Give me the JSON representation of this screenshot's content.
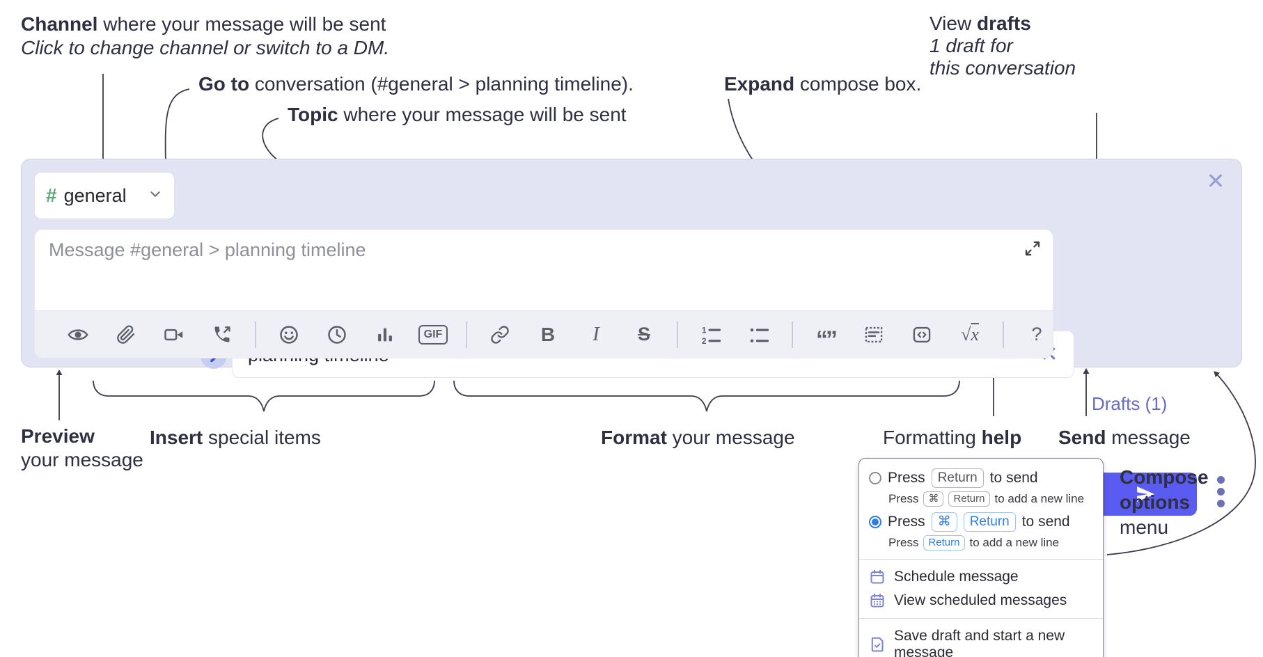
{
  "annotations": {
    "channel_bold": "Channel",
    "channel_rest": " where your message will be sent",
    "channel_line2": "Click to change channel or switch to a DM.",
    "goto_bold": "Go to",
    "goto_rest": " conversation (#general > planning timeline).",
    "topic_bold": "Topic",
    "topic_rest": " where your message will be sent",
    "expand_bold": "Expand",
    "expand_rest": " compose box.",
    "drafts_pre": "View ",
    "drafts_bold": "drafts",
    "drafts_line2": "1 draft for",
    "drafts_line3": "this conversation",
    "preview_bold": "Preview",
    "preview_line2": "your message",
    "insert_bold": "Insert",
    "insert_rest": " special items",
    "format_bold": "Format",
    "format_rest": " your message",
    "help_pre": "Formatting ",
    "help_bold": "help",
    "send_bold": "Send",
    "send_rest": " message",
    "compose_bold1": "Compose",
    "compose_bold2": "options",
    "compose_rest": "menu"
  },
  "compose": {
    "channel": {
      "hash": "#",
      "name": "general"
    },
    "topic_value": "planning timeline",
    "message_placeholder": "Message #general > planning timeline",
    "drafts_link": "Drafts (1)"
  },
  "icons": {
    "clear_topic": "✕",
    "close_compose": "✕"
  },
  "toolbar": {
    "gif": "GIF",
    "bold": "B",
    "italic": "I",
    "strike": "S",
    "quote": "“”",
    "sqrt_radical": "√",
    "sqrt_var": "x",
    "help": "?",
    "ol_digit1": "1",
    "ol_digit2": "2"
  },
  "send_options": {
    "option_return": {
      "press": "Press",
      "kbd": "Return",
      "after": "to send",
      "sub_press": "Press",
      "sub_kbd1": "⌘",
      "sub_kbd2": "Return",
      "sub_after": "to add a new line"
    },
    "option_cmd_return": {
      "press": "Press",
      "kbd1": "⌘",
      "kbd2": "Return",
      "after": "to send",
      "sub_press": "Press",
      "sub_kbd": "Return",
      "sub_after": "to add a new line"
    },
    "items": [
      {
        "label": "Schedule message"
      },
      {
        "label": "View scheduled messages"
      },
      {
        "label": "Save draft and start a new message"
      }
    ]
  },
  "colors": {
    "panel_bg": "#e2e4f4",
    "send_button": "#5a5bf0",
    "drafts_link": "#666cc2",
    "channel_hash_green": "#58a875",
    "kbd_blue": "#2d7de4",
    "menu_icon_purple": "#7d81d9"
  }
}
